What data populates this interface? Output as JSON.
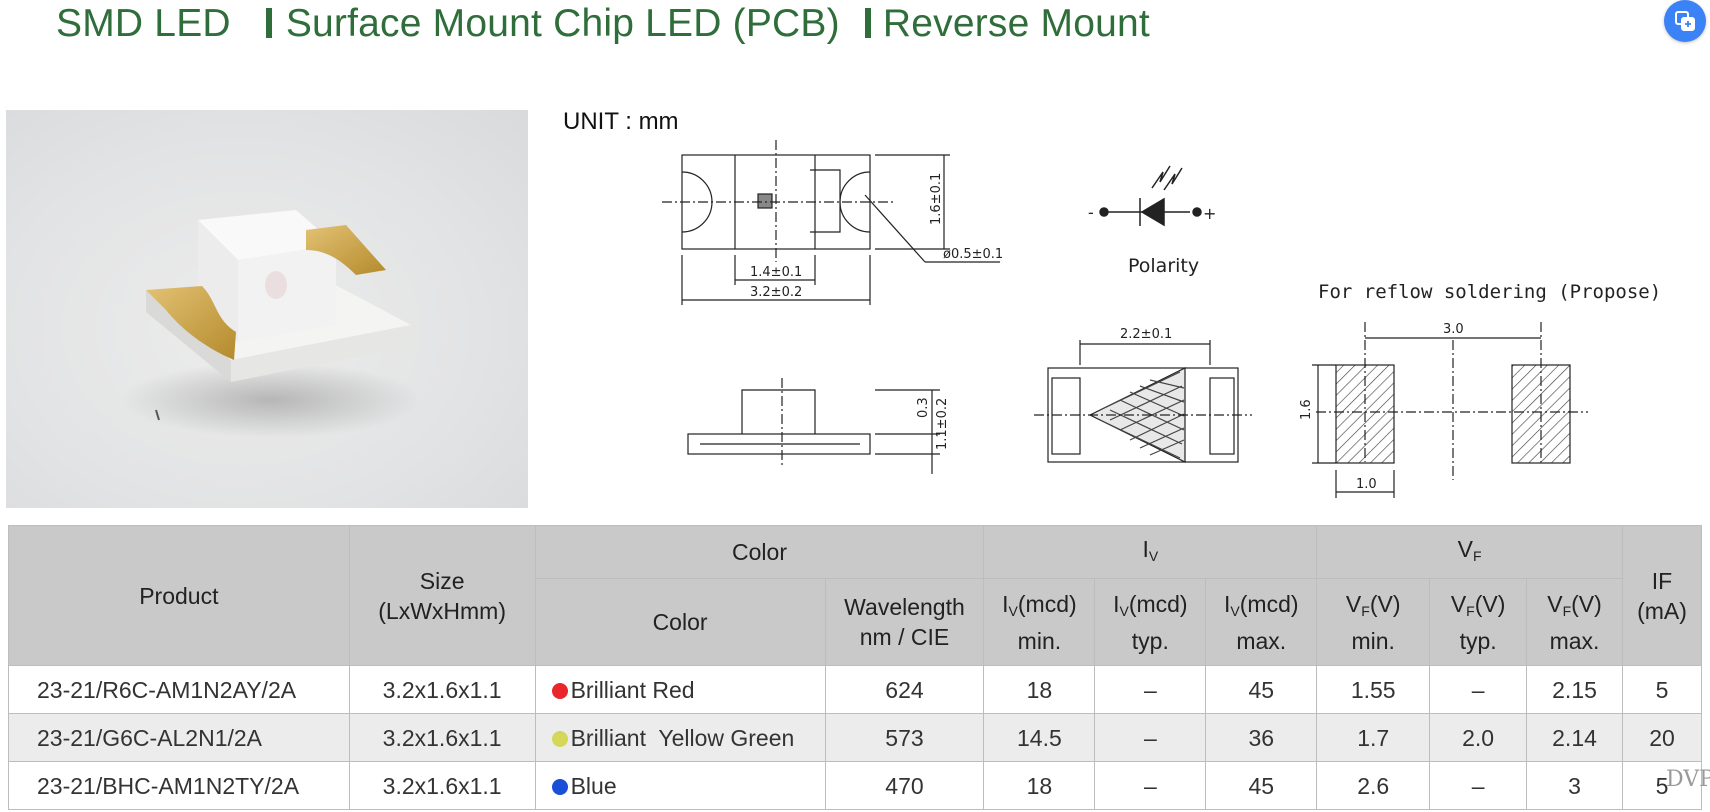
{
  "header": {
    "part1": "SMD LED",
    "part2": "Surface Mount Chip LED (PCB)",
    "part3": "Reverse Mount"
  },
  "colors": {
    "title": "#2f6e3b",
    "header_bg": "#c9c9c9",
    "alt_row": "#ececec",
    "fab": "#3b82f6"
  },
  "drawing": {
    "unit": "UNIT : mm",
    "dim_height": "1.6±0.1",
    "dim_hole": "ø0.5±0.1",
    "dim_inner": "1.4±0.1",
    "dim_length": "3.2±0.2",
    "polarity_label": "Polarity",
    "polarity_minus": "-",
    "polarity_plus": "+",
    "dim_side_top": "0.3",
    "dim_side_height": "1.1±0.2",
    "dim_bottom": "2.2±0.1",
    "reflow_title": "For reflow soldering (Propose)",
    "pad_spacing": "3.0",
    "pad_height": "1.6",
    "pad_width": "1.0"
  },
  "table": {
    "headers": {
      "product": "Product",
      "size_line1": "Size",
      "size_line2": "(LxWxHmm)",
      "color_group": "Color",
      "color": "Color",
      "wavelength_line1": "Wavelength",
      "wavelength_line2": "nm / CIE",
      "iv_symbol": "I",
      "iv_sub": "V",
      "vf_symbol": "V",
      "vf_sub": "F",
      "iv_unit": "(mcd)",
      "vf_unit": "(V)",
      "min": "min.",
      "typ": "typ.",
      "max": "max.",
      "if_line1": "IF",
      "if_line2": "(mA)"
    },
    "rows": [
      {
        "product": "23-21/R6C-AM1N2AY/2A",
        "size": "3.2x1.6x1.1",
        "color_name": "Brilliant Red",
        "dot": "#e8262b",
        "wavelength": "624",
        "iv_min": "18",
        "iv_typ": "–",
        "iv_max": "45",
        "vf_min": "1.55",
        "vf_typ": "–",
        "vf_max": "2.15",
        "if": "5"
      },
      {
        "product": "23-21/G6C-AL2N1/2A",
        "size": "3.2x1.6x1.1",
        "color_name": "Brilliant  Yellow Green",
        "dot": "#d4d75a",
        "wavelength": "573",
        "iv_min": "14.5",
        "iv_typ": "–",
        "iv_max": "36",
        "vf_min": "1.7",
        "vf_typ": "2.0",
        "vf_max": "2.14",
        "if": "20"
      },
      {
        "product": "23-21/BHC-AM1N2TY/2A",
        "size": "3.2x1.6x1.1",
        "color_name": "Blue",
        "dot": "#1a4fd8",
        "wavelength": "470",
        "iv_min": "18",
        "iv_typ": "–",
        "iv_max": "45",
        "vf_min": "2.6",
        "vf_typ": "–",
        "vf_max": "3",
        "if": "5"
      }
    ]
  },
  "watermark": "DVP"
}
